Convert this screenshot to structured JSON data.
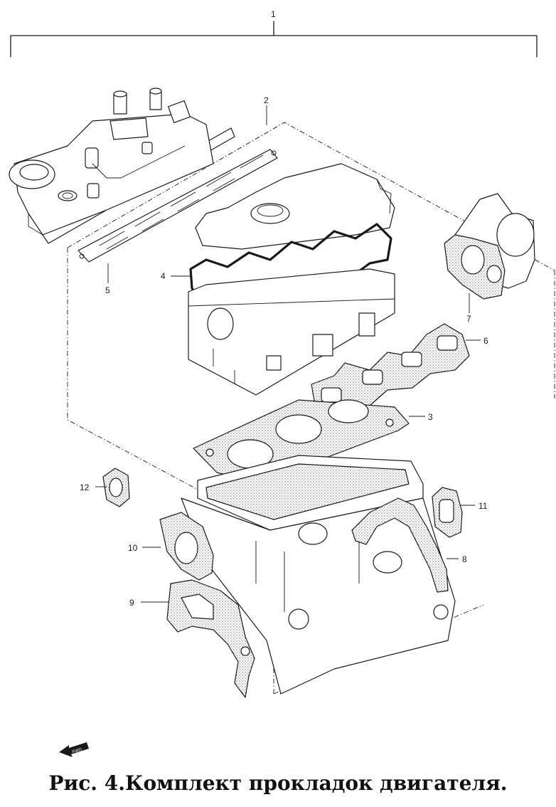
{
  "diagram": {
    "callouts": {
      "c1": "1",
      "c2": "2",
      "c3": "3",
      "c4": "4",
      "c5": "5",
      "c6": "6",
      "c7": "7",
      "c8": "8",
      "c9": "9",
      "c10": "10",
      "c11": "11",
      "c12": "12"
    },
    "front_arrow_text": "FWD"
  },
  "caption": "Рис. 4.Комплект прокладок двигателя."
}
